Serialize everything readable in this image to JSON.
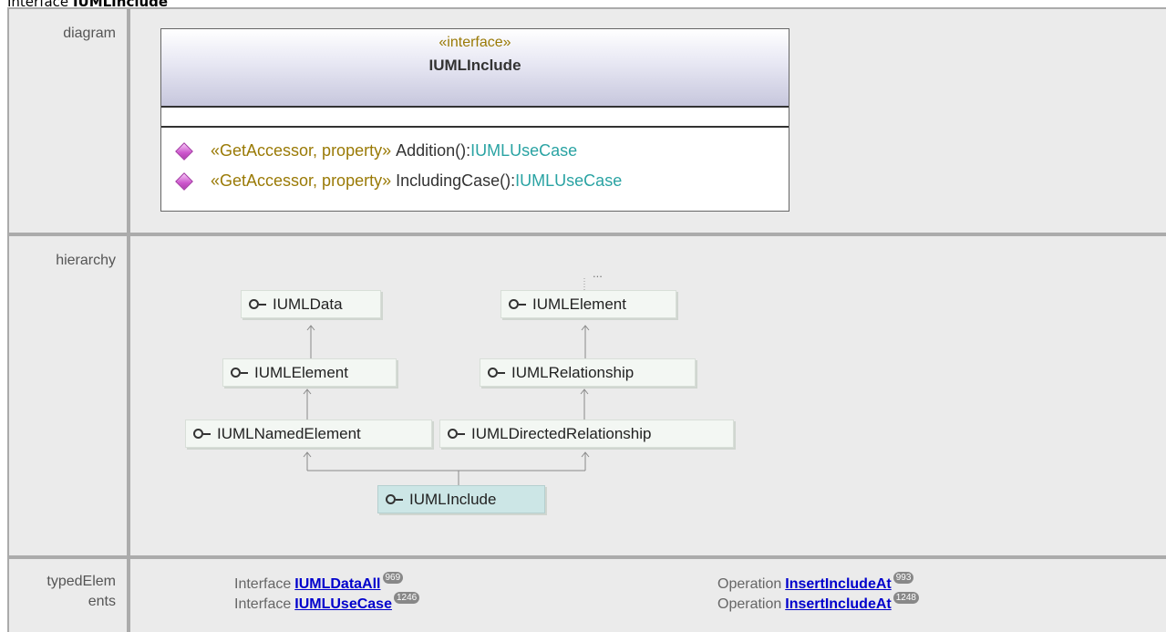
{
  "heading": {
    "kind": "Interface",
    "name": "IUMLInclude"
  },
  "rows": {
    "diagram": "diagram",
    "hierarchy": "hierarchy",
    "typed": "typedElem ents"
  },
  "uml_class": {
    "stereotype": "«interface»",
    "name": "IUMLInclude",
    "operations": [
      {
        "stereotype": "«GetAccessor, property»",
        "name": "Addition():",
        "type": "IUMLUseCase"
      },
      {
        "stereotype": "«GetAccessor, property»",
        "name": "IncludingCase():",
        "type": "IUMLUseCase"
      }
    ]
  },
  "hierarchy": {
    "ellipsis": "...",
    "nodes": [
      {
        "id": "data",
        "label": "IUMLData"
      },
      {
        "id": "element_left",
        "label": "IUMLElement"
      },
      {
        "id": "named",
        "label": "IUMLNamedElement"
      },
      {
        "id": "element_right",
        "label": "IUMLElement"
      },
      {
        "id": "relationship",
        "label": "IUMLRelationship"
      },
      {
        "id": "directed",
        "label": "IUMLDirectedRelationship"
      },
      {
        "id": "include",
        "label": "IUMLInclude"
      }
    ]
  },
  "typed_elements": [
    {
      "kind": "Interface",
      "link": "IUMLDataAll",
      "badge": "969"
    },
    {
      "kind": "Interface",
      "link": "IUMLUseCase",
      "badge": "1246"
    },
    {
      "kind": "Operation",
      "link": "InsertIncludeAt",
      "badge": "993"
    },
    {
      "kind": "Operation",
      "link": "InsertIncludeAt",
      "badge": "1248"
    }
  ],
  "colors": {
    "stereotype": "#9a7a06",
    "type": "#2aa3a3",
    "link": "#0000cc",
    "selected_node": "#cce6e6"
  }
}
